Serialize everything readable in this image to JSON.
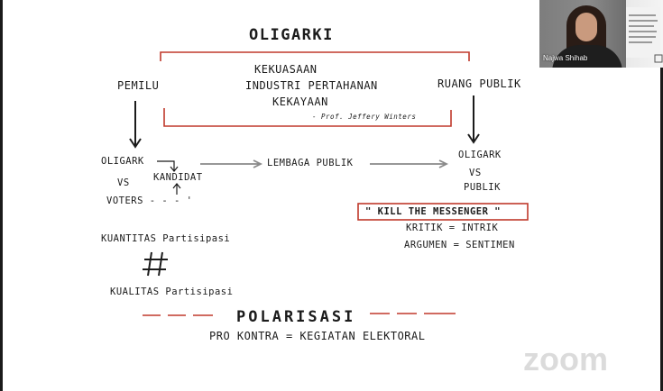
{
  "board": {
    "title": "OLIGARKI",
    "center_lines": [
      "KEKUASAAN",
      "INDUSTRI PERTAHANAN",
      "KEKAYAAN"
    ],
    "citation": "- Prof. Jeffery Winters",
    "left_heading": "PEMILU",
    "right_heading": "RUANG PUBLIK",
    "oligark_left": "OLIGARK",
    "kandidat": "KANDIDAT",
    "vs_left": "VS",
    "voters": "VOTERS - - - '",
    "lembaga": "LEMBAGA PUBLIK",
    "oligark_right": "OLIGARK",
    "vs_right": "VS",
    "publik": "PUBLIK",
    "kill_box": "\" KILL THE MESSENGER \"",
    "kritik": "KRITIK = INTRIK",
    "argumen": "ARGUMEN = SENTIMEN",
    "kuantitas": "KUANTITAS Partisipasi",
    "kualitas": "KUALITAS Partisipasi",
    "polarisasi": "POLARISASI",
    "pro_kontra": "PRO KONTRA = KEGIATAN ELEKTORAL"
  },
  "webcam": {
    "name": "Najwa Shihab"
  },
  "app": {
    "logo": "zoom"
  },
  "colors": {
    "ink": "#1b1b1b",
    "red_marker": "#c0392b",
    "gray_arrow": "#8a8a8a"
  }
}
